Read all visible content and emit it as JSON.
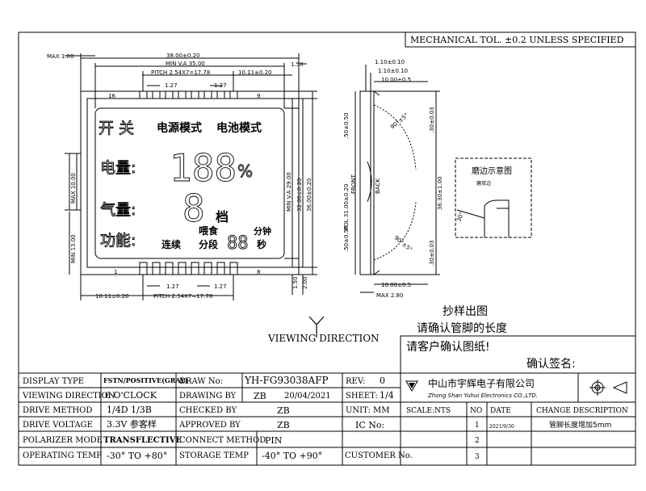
{
  "header": {
    "tolerance": "MECHANICAL TOL. ±0.2 UNLESS SPECIFIED"
  },
  "front": {
    "dims": {
      "max_top": "MAX 1.00",
      "width": "38.00±0.20",
      "va": "MIN V.A 35.00",
      "right_top": "1.50",
      "pitch_top": "PITCH 2.54X7=17.78",
      "pin_right_top": "10.11±0.20",
      "pin_w_a": "1.27",
      "pin_w_b": "1.27",
      "pin16": "16",
      "pin9": "9",
      "pin1": "1",
      "pin8": "8",
      "pin_w_c": "1.27",
      "pin_w_d": "1.27",
      "pin_left_bot": "10.11±0.20",
      "pitch_bot": "PITCH 2.54X7=17.78",
      "max_10": "MAX 10.00",
      "min_13": "MIN 13.00",
      "va_h": "MIN V.A 29.00",
      "h32": "32.00±0.20",
      "h36": "36.00±0.20",
      "bot_15": "1.50",
      "bot_2": "2.00"
    },
    "lcd": {
      "onoff": "开 关",
      "power_mode": "电源模式",
      "battery_mode": "电池模式",
      "quantity": "电量:",
      "digits3": "188",
      "percent": "%",
      "gas": "气量:",
      "digit1": "8",
      "gear": "档",
      "function": "功能:",
      "continuous": "连续",
      "feed": "喂食",
      "segmented": "分段",
      "digits2": "88",
      "minute": "分钟",
      "second": "秒"
    },
    "viewing": "VIEWING DIRECTION"
  },
  "side": {
    "d110a": "1.10±0.10",
    "d110b": "1.10±0.10",
    "d1000t": "10.00±0.5",
    "front": "FRONT",
    "back": "BACK",
    "pol": "POL 31.00±0.20",
    "r50a": ".50±0.50",
    "r50b": ".50±0.50",
    "ang90a": "90°±5°",
    "ang90b": "90°±5°",
    "r30a": ".30±0.03",
    "r30b": ".30±0.03",
    "h3630": "36.30±1.00",
    "d1000b": "10.00±0.5",
    "max280": "MAX 2.80"
  },
  "detail": {
    "title": "磨边示意图",
    "label": "磨双边",
    "angle": "30°"
  },
  "notes": {
    "sample": "抄样出图",
    "confirm": "请确认管脚的长度",
    "customer_confirm": "请客户确认图纸!",
    "signature": "确认签名:"
  },
  "table": {
    "rows": [
      {
        "label": "DISPLAY TYPE",
        "value": "FSTN/POSITIVE(GRAY)"
      },
      {
        "label": "VIEWING DIRECTION",
        "value": "6  O'CLOCK"
      },
      {
        "label": "DRIVE METHOD",
        "value": "1/4D   1/3B"
      },
      {
        "label": "DRIVE VOLTAGE",
        "value": "3.3V 参客样"
      },
      {
        "label": "POLARIZER MODE",
        "value": "TRANSFLECTIVE"
      },
      {
        "label": "OPERATING TEMP",
        "value": "-30° TO +80°"
      }
    ],
    "draw_no_label": "DRAW No:",
    "draw_no": "YH-FG93038AFP",
    "rev_label": "REV:",
    "rev": "0",
    "drawing_by_label": "DRAWING BY",
    "drawing_by": "ZB",
    "date": "20/04/2021",
    "sheet_label": "SHEET:",
    "sheet": "1/4",
    "checked_label": "CHECKED BY",
    "checked": "ZB",
    "unit_label": "UNIT: MM",
    "approved_label": "APPROVED BY",
    "approved": "ZB",
    "ic_label": "IC No:",
    "connect_label": "CONNECT METHOD",
    "connect": "PIN",
    "storage_label": "STORAGE TEMP",
    "storage": "-40° TO +90°",
    "customer_label": "CUSTOMER No.",
    "company_cn": "中山市宇辉电子有限公司",
    "company_en": "Zhong Shan Yuhui Electronics CO.,LTD.",
    "scale": "SCALE:NTS",
    "no_h": "NO",
    "date_h": "DATE",
    "change_h": "CHANGE DESCRIPTION",
    "changes": [
      {
        "no": "1",
        "date": "2021/9/30",
        "desc": "管脚长度增加5mm"
      },
      {
        "no": "2",
        "date": "",
        "desc": ""
      },
      {
        "no": "3",
        "date": "",
        "desc": ""
      }
    ]
  }
}
